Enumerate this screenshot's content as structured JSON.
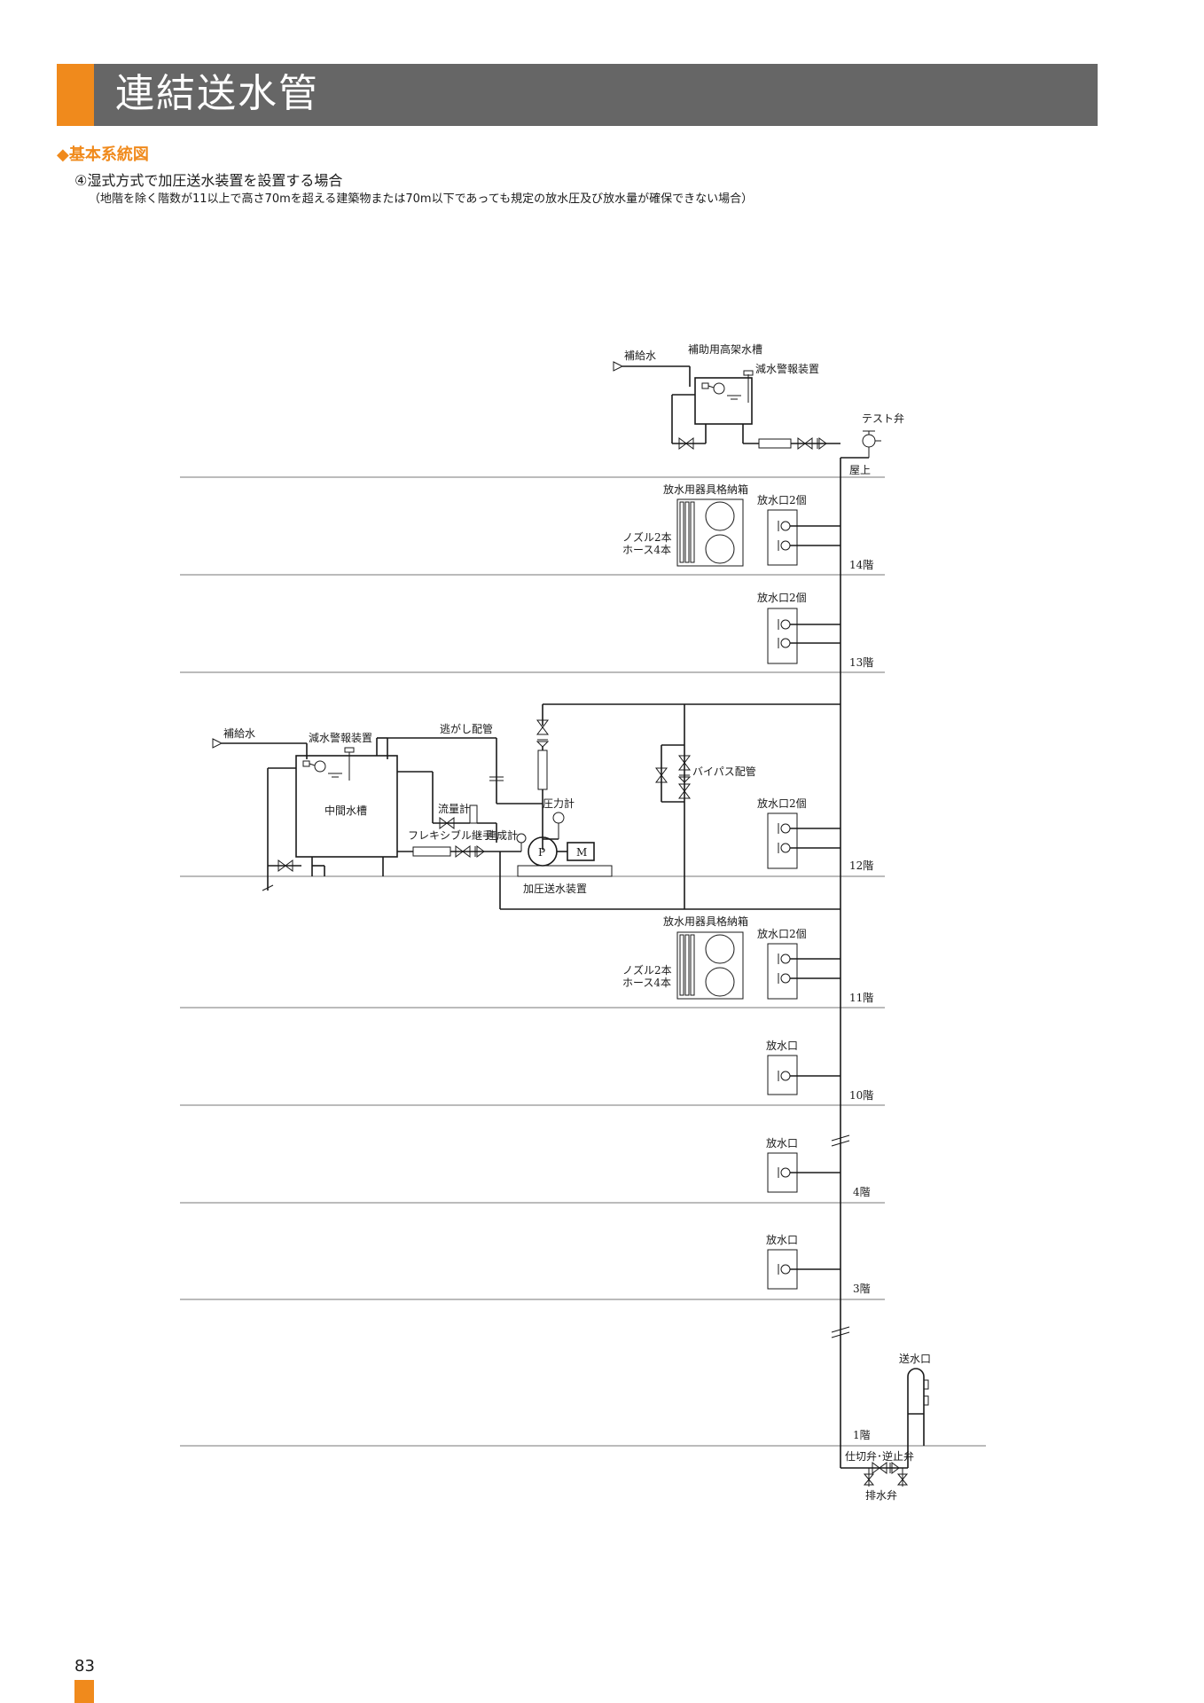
{
  "page": {
    "title": "連結送水管",
    "section": "◆基本系統図",
    "case_title": "④湿式方式で加圧送水装置を設置する場合",
    "case_note": "（地階を除く階数が11以上で高さ70mを超える建築物または70m以下であっても規定の放水圧及び放水量が確保できない場合）",
    "page_number": "83"
  },
  "colors": {
    "accent": "#f08a1c",
    "title_bar": "#666666"
  },
  "diagram": {
    "floors": {
      "roof": "屋上",
      "f14": "14階",
      "f13": "13階",
      "f12": "12階",
      "f11": "11階",
      "f10": "10階",
      "f4": "4階",
      "f3": "3階",
      "f1": "1階"
    },
    "labels": {
      "makeup_water_top": "補給水",
      "aux_tank": "補助用高架水槽",
      "low_water_alarm_top": "減水警報装置",
      "test_valve": "テスト弁",
      "storage_box_14": "放水用器具格納箱",
      "outlet2_14": "放水口2個",
      "nozzle_14": "ノズル2本",
      "hose_14": "ホース4本",
      "outlet2_13": "放水口2個",
      "makeup_water_mid": "補給水",
      "low_water_alarm_mid": "減水警報装置",
      "relief_pipe": "逃がし配管",
      "bypass_pipe": "バイパス配管",
      "intermediate_tank": "中間水槽",
      "flow_meter": "流量計",
      "pressure_gauge": "圧力計",
      "flex_joint": "フレキシブル継手",
      "compound_gauge": "連成計",
      "pump": "P",
      "motor": "M",
      "booster": "加圧送水装置",
      "outlet2_12": "放水口2個",
      "storage_box_11": "放水用器具格納箱",
      "outlet2_11": "放水口2個",
      "nozzle_11": "ノズル2本",
      "hose_11": "ホース4本",
      "outlet_10": "放水口",
      "outlet_4": "放水口",
      "outlet_3": "放水口",
      "siamese": "送水口",
      "gate_check": "仕切弁･逆止弁",
      "drain_valve": "排水弁"
    }
  }
}
